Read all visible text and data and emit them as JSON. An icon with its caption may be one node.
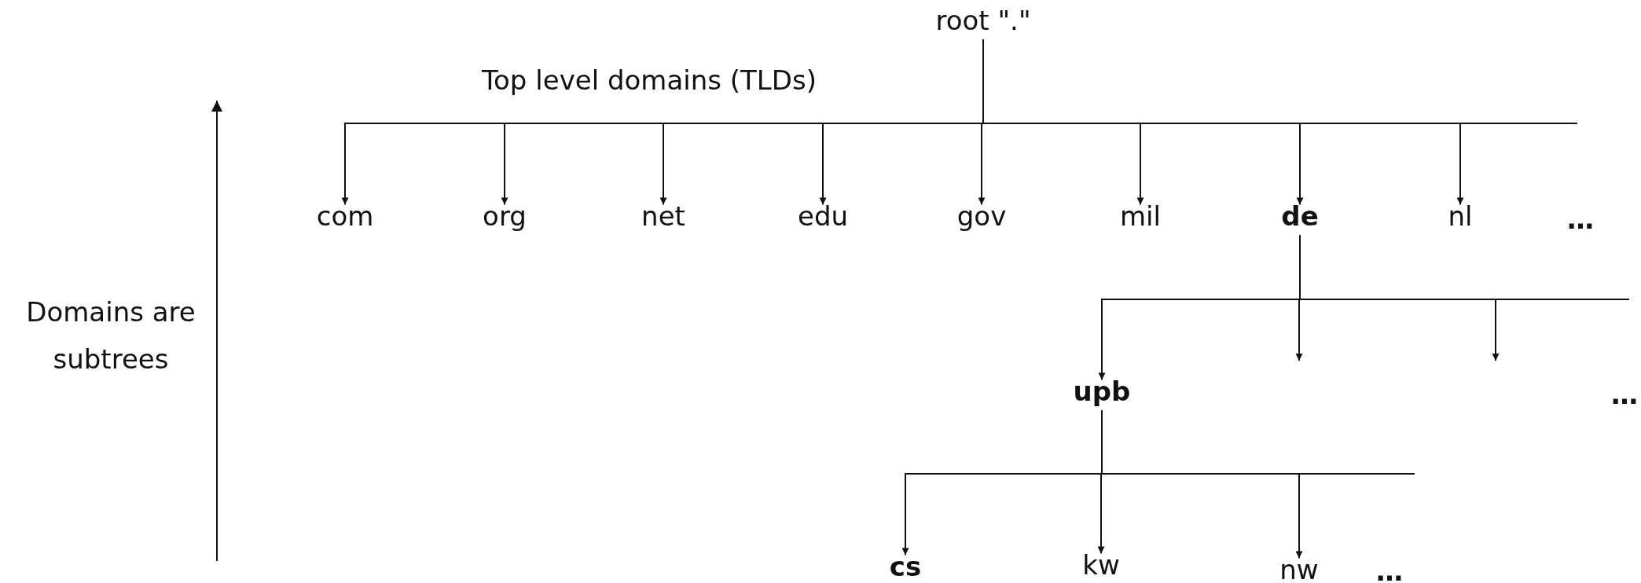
{
  "diagram": {
    "nodes": [
      {
        "text": [
          "root \".\""
        ]
      },
      {
        "text": [
          "com"
        ]
      },
      {
        "text": [
          "org"
        ]
      },
      {
        "text": [
          "net"
        ]
      },
      {
        "text": [
          "edu"
        ]
      },
      {
        "text": [
          "gov"
        ]
      },
      {
        "text": [
          "mil"
        ]
      },
      {
        "text": [
          "de"
        ]
      },
      {
        "text": [
          "nl"
        ]
      },
      {
        "text": [
          "upb"
        ]
      },
      {
        "text": [
          "cs"
        ]
      },
      {
        "text": [
          "kw"
        ]
      },
      {
        "text": [
          "nw"
        ]
      }
    ],
    "edges": [
      {
        "from": 0,
        "to": 1,
        "arrow": "to"
      },
      {
        "from": 0,
        "to": 2,
        "arrow": "to"
      },
      {
        "from": 0,
        "to": 3,
        "arrow": "to"
      },
      {
        "from": 0,
        "to": 4,
        "arrow": "to"
      },
      {
        "from": 0,
        "to": 5,
        "arrow": "to"
      },
      {
        "from": 0,
        "to": 6,
        "arrow": "to"
      },
      {
        "from": 0,
        "to": 7,
        "arrow": "to"
      },
      {
        "from": 0,
        "to": 8,
        "arrow": "to"
      },
      {
        "from": 7,
        "to": 9,
        "arrow": "to"
      },
      {
        "from": 7,
        "to": null,
        "arrow": "to"
      },
      {
        "from": 7,
        "to": null,
        "arrow": "to"
      },
      {
        "from": 9,
        "to": 10,
        "arrow": "to"
      },
      {
        "from": 9,
        "to": 11,
        "arrow": "to"
      },
      {
        "from": 9,
        "to": 12,
        "arrow": "to"
      }
    ],
    "labels": [
      "Top level domains (TLDs)",
      "…",
      "Domains are subtrees",
      "…",
      "…"
    ]
  }
}
